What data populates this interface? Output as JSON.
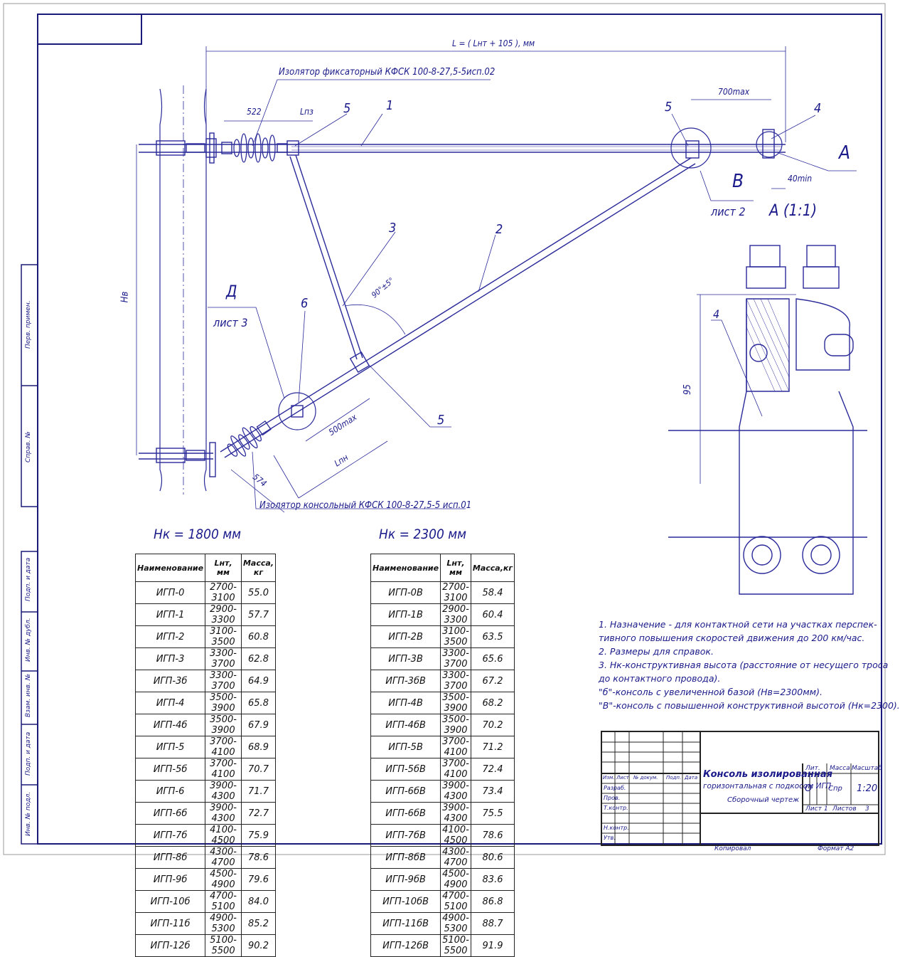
{
  "dimensions": {
    "total_length": "L = ( Lнт + 105 ), мм",
    "d522": "522",
    "lpz": "Lпз",
    "d700": "700max",
    "d40": "40min",
    "d574": "574",
    "d500": "500max",
    "lpn": "Lпн",
    "hb": "Hв",
    "angle": "90°±5°",
    "d95": "95"
  },
  "callouts": {
    "fix_insulator": "Изолятор фиксаторный КФСК 100-8-27,5-5исп.02",
    "console_insulator": "Изолятор консольный КФСК 100-8-27,5-5 исп.01",
    "n1": "1",
    "n2": "2",
    "n3": "3",
    "n4": "4",
    "n4b": "4",
    "n5a": "5",
    "n5b": "5",
    "n5c": "5",
    "n6": "6",
    "view_a": "A",
    "view_b": "B",
    "list2": "лист 2",
    "view_a_scale": "A (1:1)",
    "view_d": "Д",
    "list3": "лист 3"
  },
  "table1": {
    "title": "Hк = 1800 мм",
    "headers": [
      "Наименование",
      "Lнт, мм",
      "Масса, кг"
    ],
    "rows": [
      [
        "ИГП-0",
        "2700-3100",
        "55.0"
      ],
      [
        "ИГП-1",
        "2900-3300",
        "57.7"
      ],
      [
        "ИГП-2",
        "3100-3500",
        "60.8"
      ],
      [
        "ИГП-3",
        "3300-3700",
        "62.8"
      ],
      [
        "ИГП-3б",
        "3300-3700",
        "64.9"
      ],
      [
        "ИГП-4",
        "3500-3900",
        "65.8"
      ],
      [
        "ИГП-4б",
        "3500-3900",
        "67.9"
      ],
      [
        "ИГП-5",
        "3700-4100",
        "68.9"
      ],
      [
        "ИГП-5б",
        "3700-4100",
        "70.7"
      ],
      [
        "ИГП-6",
        "3900-4300",
        "71.7"
      ],
      [
        "ИГП-6б",
        "3900-4300",
        "72.7"
      ],
      [
        "ИГП-7б",
        "4100-4500",
        "75.9"
      ],
      [
        "ИГП-8б",
        "4300-4700",
        "78.6"
      ],
      [
        "ИГП-9б",
        "4500-4900",
        "79.6"
      ],
      [
        "ИГП-10б",
        "4700-5100",
        "84.0"
      ],
      [
        "ИГП-11б",
        "4900-5300",
        "85.2"
      ],
      [
        "ИГП-12б",
        "5100-5500",
        "90.2"
      ]
    ]
  },
  "table2": {
    "title": "Hк = 2300 мм",
    "headers": [
      "Наименование",
      "Lнт, мм",
      "Масса,кг"
    ],
    "rows": [
      [
        "ИГП-0В",
        "2700-3100",
        "58.4"
      ],
      [
        "ИГП-1В",
        "2900-3300",
        "60.4"
      ],
      [
        "ИГП-2В",
        "3100-3500",
        "63.5"
      ],
      [
        "ИГП-3В",
        "3300-3700",
        "65.6"
      ],
      [
        "ИГП-3бВ",
        "3300-3700",
        "67.2"
      ],
      [
        "ИГП-4В",
        "3500-3900",
        "68.2"
      ],
      [
        "ИГП-4бВ",
        "3500-3900",
        "70.2"
      ],
      [
        "ИГП-5В",
        "3700-4100",
        "71.2"
      ],
      [
        "ИГП-5бВ",
        "3700-4100",
        "72.4"
      ],
      [
        "ИГП-6бВ",
        "3900-4300",
        "73.4"
      ],
      [
        "ИГП-6бВ",
        "3900-4300",
        "75.5"
      ],
      [
        "ИГП-7бВ",
        "4100-4500",
        "78.6"
      ],
      [
        "ИГП-8бВ",
        "4300-4700",
        "80.6"
      ],
      [
        "ИГП-9бВ",
        "4500-4900",
        "83.6"
      ],
      [
        "ИГП-10бВ",
        "4700-5100",
        "86.8"
      ],
      [
        "ИГП-11бВ",
        "4900-5300",
        "88.7"
      ],
      [
        "ИГП-12бВ",
        "5100-5500",
        "91.9"
      ]
    ]
  },
  "notes": [
    "1. Назначение - для  контактной сети на участках перспек-",
    "тивного повышения скоростей движения до 200 км/час.",
    "2. Размеры для справок.",
    "3. Нк-конструктивная высота (расстояние от несущего троса",
    "до контактного провода).",
    "   \"б\"-консоль с увеличенной базой (Нв=2300мм).",
    "   \"В\"-консоль с повышенной конструктивной высотой (Нк=2300)."
  ],
  "title_block": {
    "title1": "Консоль изолированная",
    "title2": "горизонтальная с подкосом ИГП",
    "subtitle": "Сборочный чертеж",
    "lit_header": "Лит.",
    "mass_header": "Масса",
    "scale_header": "Масштаб",
    "lit_value": "О",
    "mass_value": "Спр",
    "scale_value": "1:20",
    "sheet": "Лист",
    "sheet_num": "1",
    "sheets": "Листов",
    "sheets_num": "3",
    "row_labels": [
      "Изм.",
      "Лист",
      "№ докум.",
      "Подп.",
      "Дата"
    ],
    "people": [
      "Разраб.",
      "Пров.",
      "Т.контр.",
      "Н.контр.",
      "Утв."
    ],
    "copied": "Копировал",
    "format": "Формат   А2"
  },
  "side_labels": [
    "Перв. примен.",
    "Справ. №",
    "Подп. и дата",
    "Инв. № дубл.",
    "Взам. инв. №",
    "Подп. и дата",
    "Инв. № подл."
  ]
}
